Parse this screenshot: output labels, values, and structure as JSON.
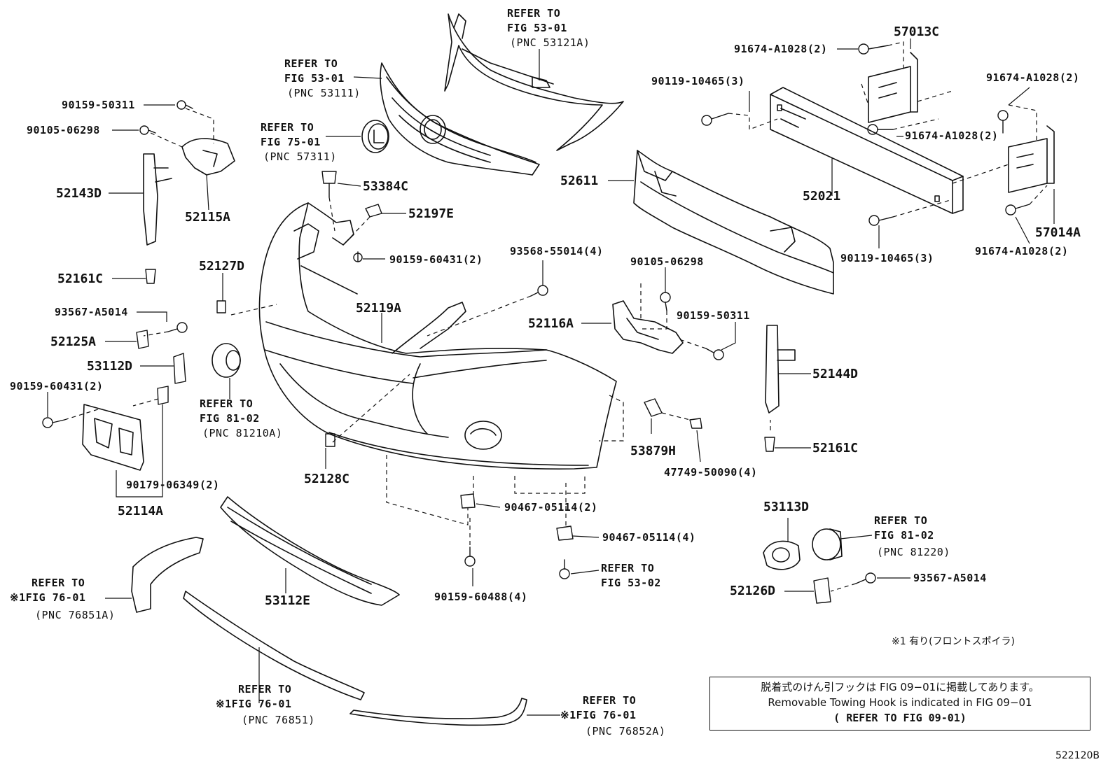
{
  "labels": {
    "l_90159_50311_a": "90159-50311",
    "l_90105_06298_a": "90105-06298",
    "l_52143D": "52143D",
    "l_52115A": "52115A",
    "l_52161C_a": "52161C",
    "l_refer_53_01_b_1": "REFER TO",
    "l_refer_53_01_b_2": "FIG 53-01",
    "l_refer_53_01_b_3": "(PNC 53111)",
    "l_refer_53_01_a_1": "REFER TO",
    "l_refer_53_01_a_2": "FIG 53-01",
    "l_refer_53_01_a_3": "(PNC 53121A)",
    "l_refer_75_01_1": "REFER TO",
    "l_refer_75_01_2": "FIG 75-01",
    "l_refer_75_01_3": "(PNC 57311)",
    "l_53384C": "53384C",
    "l_52197E": "52197E",
    "l_90159_60431_a": "90159-60431(2)",
    "l_52127D": "52127D",
    "l_52119A": "52119A",
    "l_93567_A5014_a": "93567-A5014",
    "l_52125A": "52125A",
    "l_53112D": "53112D",
    "l_90159_60431_b": "90159-60431(2)",
    "l_refer_81_02_a_1": "REFER TO",
    "l_refer_81_02_a_2": "FIG 81-02",
    "l_refer_81_02_a_3": "(PNC 81210A)",
    "l_52128C": "52128C",
    "l_90179_06349": "90179-06349(2)",
    "l_52114A": "52114A",
    "l_93568_55014": "93568-55014(4)",
    "l_90105_06298_b": "90105-06298",
    "l_52116A": "52116A",
    "l_90159_50311_b": "90159-50311",
    "l_52611": "52611",
    "l_52021": "52021",
    "l_91674_A1028_a": "91674-A1028(2)",
    "l_57013C": "57013C",
    "l_90119_10465_a": "90119-10465(3)",
    "l_91674_A1028_b": "91674-A1028(2)",
    "l_91674_A1028_c": "91674-A1028(2)",
    "l_90119_10465_b": "90119-10465(3)",
    "l_57014A": "57014A",
    "l_91674_A1028_d": "91674-A1028(2)",
    "l_52144D": "52144D",
    "l_52161C_b": "52161C",
    "l_53879H": "53879H",
    "l_47749_50090": "47749-50090(4)",
    "l_90467_05114_a": "90467-05114(2)",
    "l_90467_05114_b": "90467-05114(4)",
    "l_refer_53_02_1": "REFER TO",
    "l_refer_53_02_2": "FIG 53-02",
    "l_90159_60488": "90159-60488(4)",
    "l_53112E": "53112E",
    "l_53113D": "53113D",
    "l_refer_81_02_b_1": "REFER TO",
    "l_refer_81_02_b_2": "FIG 81-02",
    "l_refer_81_02_b_3": "(PNC 81220)",
    "l_52126D": "52126D",
    "l_93567_A5014_b": "93567-A5014",
    "l_refer_76_01_a_1": "REFER TO",
    "l_refer_76_01_a_2": "※1FIG 76-01",
    "l_refer_76_01_a_3": "(PNC 76851A)",
    "l_refer_76_01_b_1": "REFER TO",
    "l_refer_76_01_b_2": "※1FIG 76-01",
    "l_refer_76_01_b_3": "(PNC 76851)",
    "l_refer_76_01_c_1": "REFER TO",
    "l_refer_76_01_c_2": "※1FIG 76-01",
    "l_refer_76_01_c_3": "(PNC 76852A)"
  },
  "footnote": "※1 有り(フロントスポイラ)",
  "note_box": {
    "line1": "脱着式のけん引フックは FIG 09−01に掲載してあります。",
    "line2": "Removable Towing Hook is indicated in FIG 09−01",
    "line3": "( REFER TO FIG 09-01)"
  },
  "drawing_code": "522120B"
}
